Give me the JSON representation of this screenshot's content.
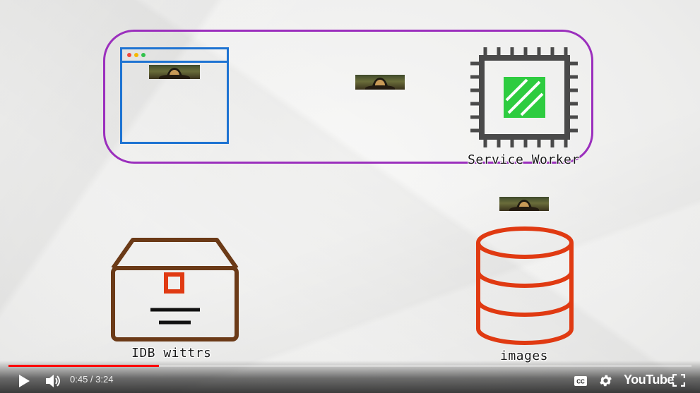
{
  "video": {
    "labels": {
      "service_worker": "Service Worker",
      "idb": "IDB wittrs",
      "images": "images"
    },
    "colors": {
      "group_outline": "#9b2fbd",
      "browser": "#1e73d2",
      "chip": "#4a4a4a",
      "chip_core": "#2ecc40",
      "idb_box": "#6b3a17",
      "idb_latch": "#e03a12",
      "database": "#e03a12"
    }
  },
  "player": {
    "current_time": "0:45",
    "separator": " / ",
    "duration": "3:24",
    "progress": 0.22,
    "brand": "YouTube",
    "cc_label": "CC",
    "icons": [
      "play-icon",
      "volume-icon",
      "captions-icon",
      "settings-icon",
      "fullscreen-icon"
    ]
  }
}
